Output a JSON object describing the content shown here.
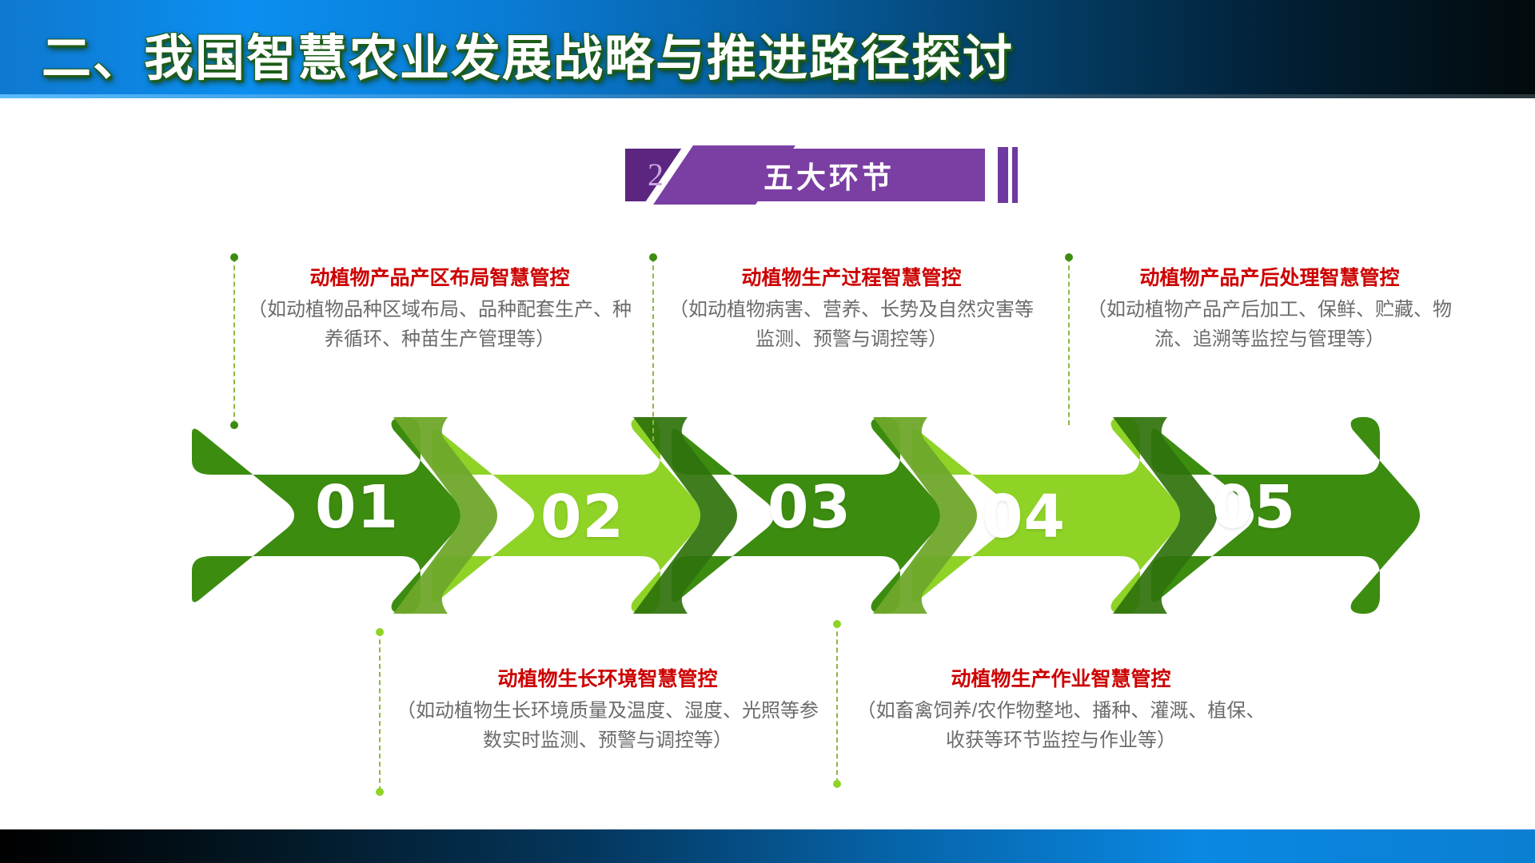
{
  "header": {
    "title": "二、我国智慧农业发展战略与推进路径探讨"
  },
  "section_banner": {
    "number": "2",
    "label": "五大环节"
  },
  "arrows": [
    {
      "number": "01",
      "color": "#3c8c10",
      "tone": "dark"
    },
    {
      "number": "02",
      "color": "#8ed326",
      "tone": "light"
    },
    {
      "number": "03",
      "color": "#3c8c10",
      "tone": "dark"
    },
    {
      "number": "04",
      "color": "#8ed326",
      "tone": "light"
    },
    {
      "number": "05",
      "color": "#3c8c10",
      "tone": "dark"
    }
  ],
  "callouts": {
    "top": [
      {
        "title": "动植物产品产区布局智慧管控",
        "body": "（如动植物品种区域布局、品种配套生产、种养循环、种苗生产管理等）"
      },
      {
        "title": "动植物生产过程智慧管控",
        "body": "（如动植物病害、营养、长势及自然灾害等监测、预警与调控等）"
      },
      {
        "title": "动植物产品产后处理智慧管控",
        "body": "（如动植物产品产后加工、保鲜、贮藏、物流、追溯等监控与管理等）"
      }
    ],
    "bottom": [
      {
        "title": "动植物生长环境智慧管控",
        "body": "（如动植物生长环境质量及温度、湿度、光照等参数实时监测、预警与调控等）"
      },
      {
        "title": "动植物生产作业智慧管控",
        "body": "（如畜禽饲养/农作物整地、播种、灌溉、植保、收获等环节监控与作业等）"
      }
    ]
  },
  "colors": {
    "dark_green": "#3c8c10",
    "light_green": "#8ed326",
    "shadow_green": "#7ab82a",
    "accent_red": "#cc0000",
    "banner_purple": "#7b3fa3",
    "banner_purple_dark": "#5b2580",
    "header_blue": "#0b8ff0",
    "body_gray": "#6b6b6b"
  }
}
